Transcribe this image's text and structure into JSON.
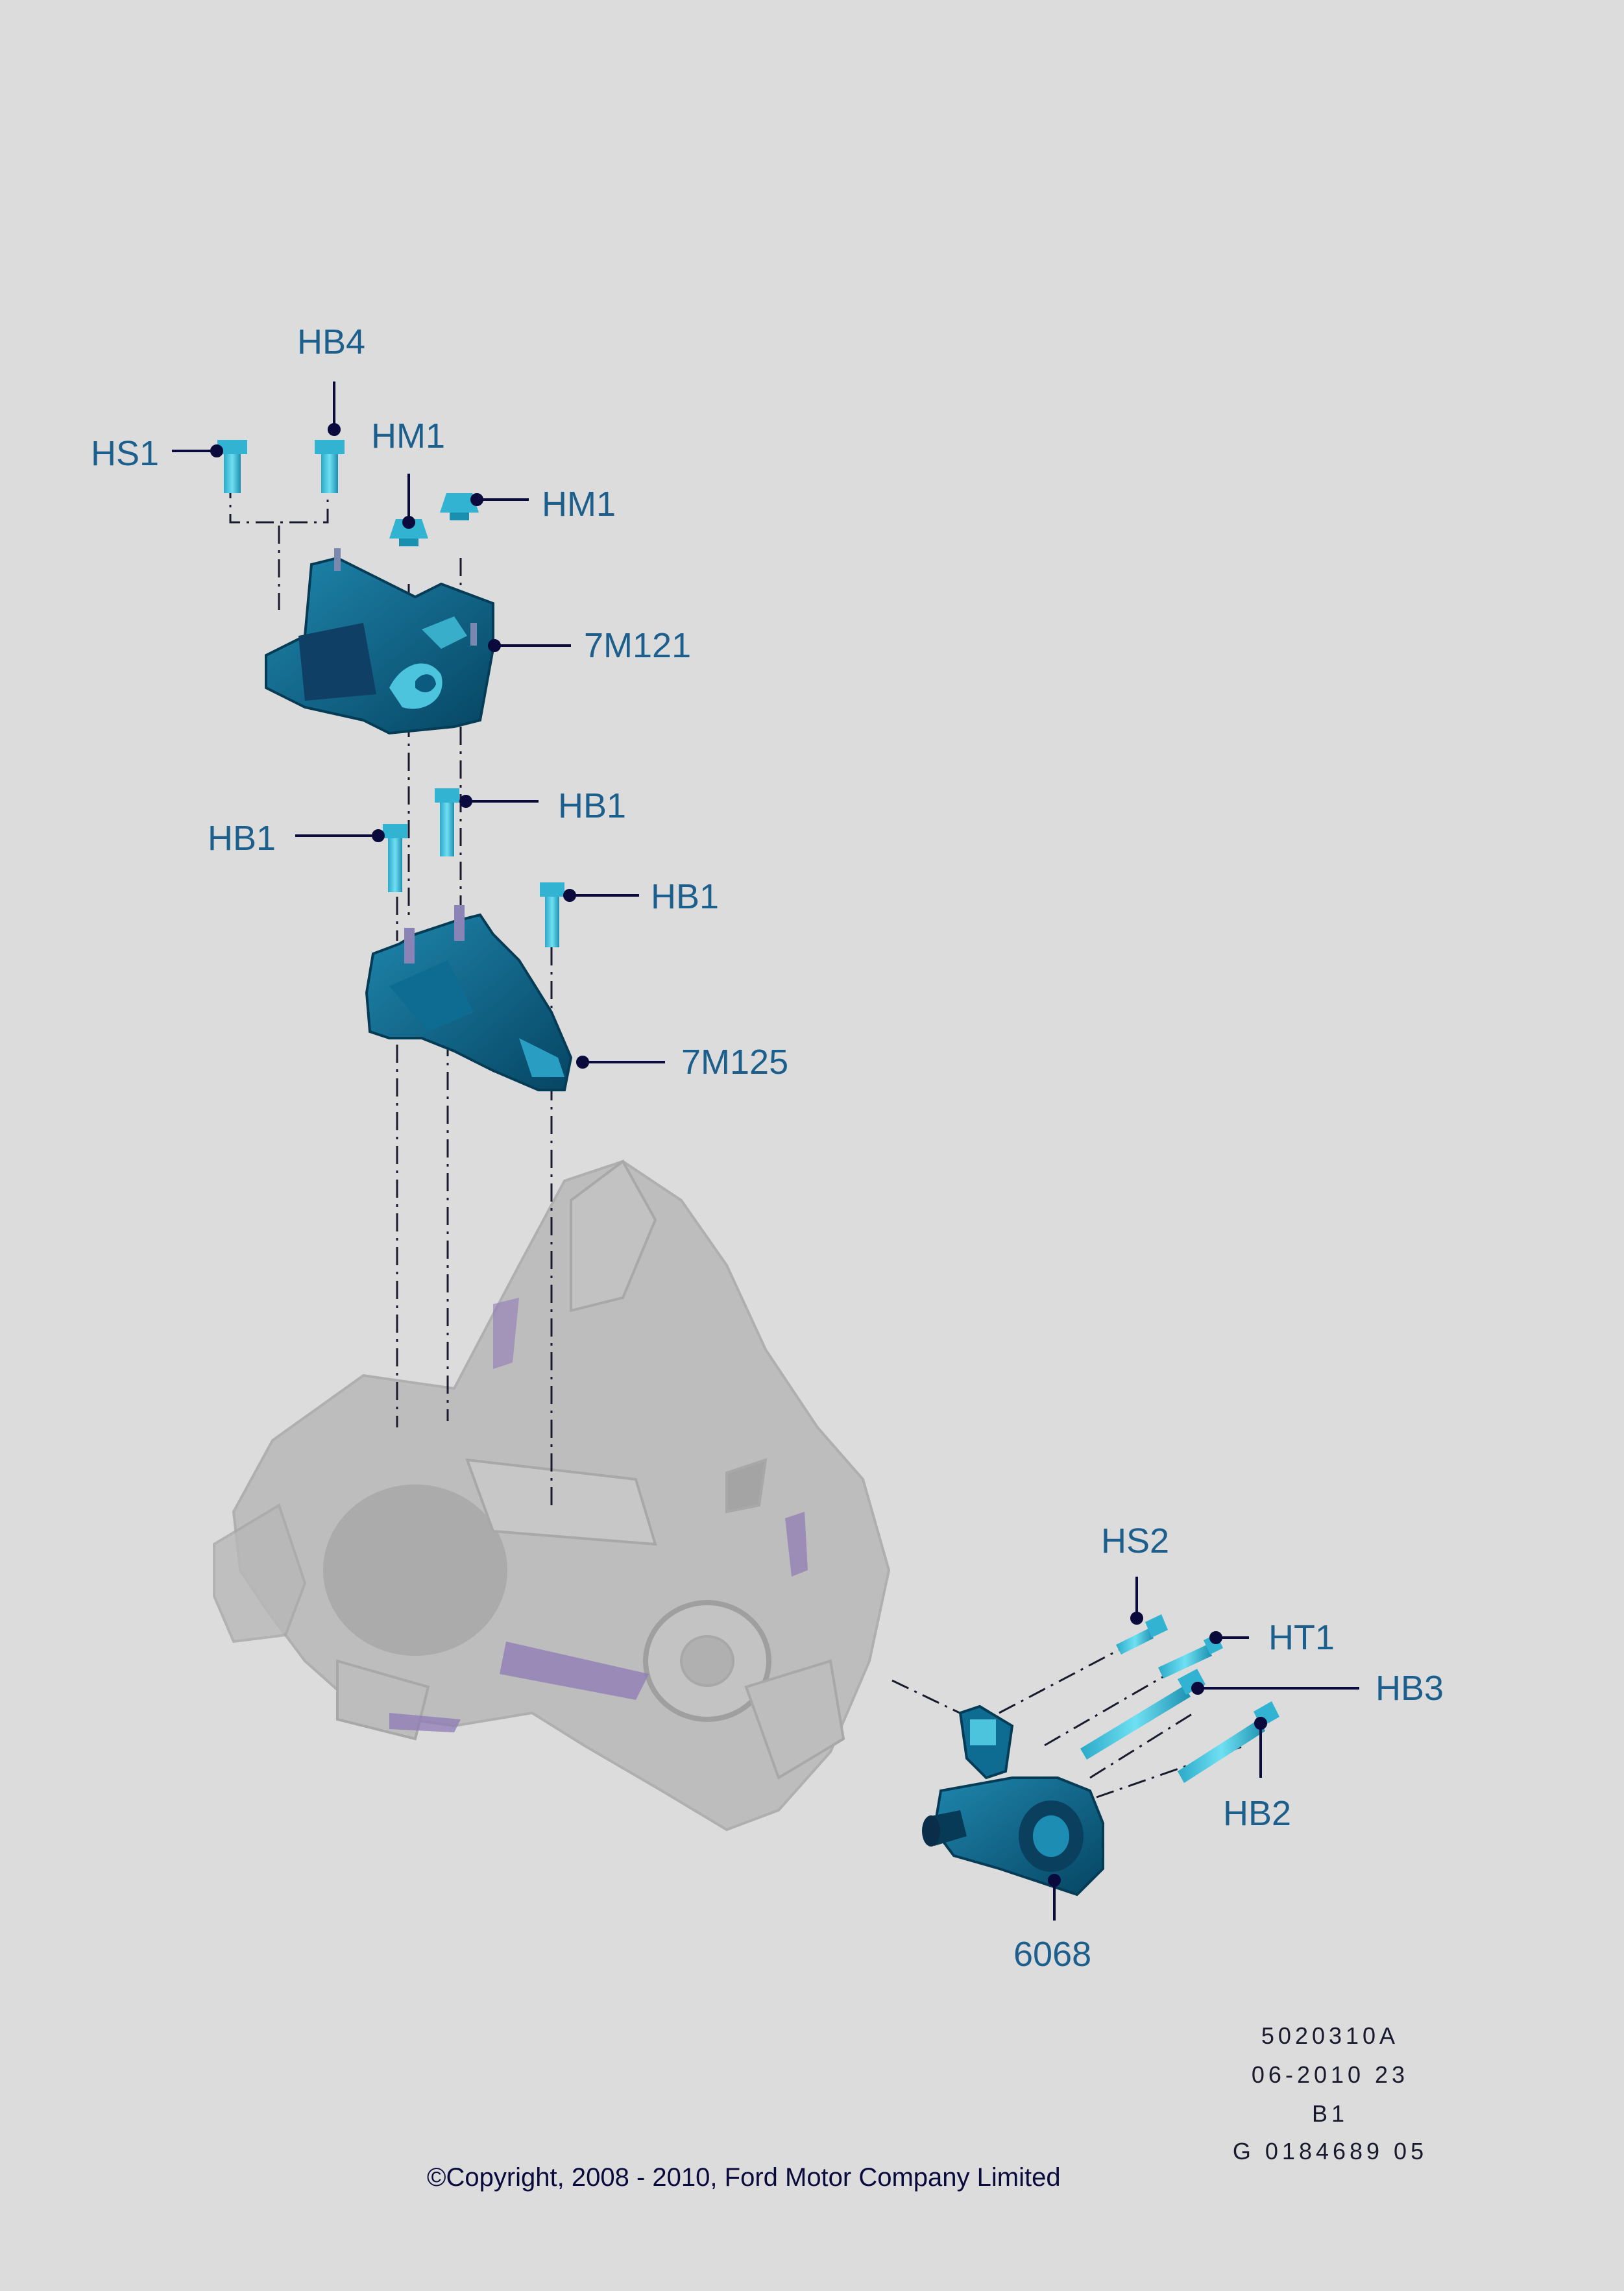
{
  "labels": {
    "HB4": "HB4",
    "HS1": "HS1",
    "HM1_a": "HM1",
    "HM1_b": "HM1",
    "7M121": "7M121",
    "HB1_a": "HB1",
    "HB1_b": "HB1",
    "HB1_c": "HB1",
    "7M125": "7M125",
    "HS2": "HS2",
    "HT1": "HT1",
    "HB3": "HB3",
    "HB2": "HB2",
    "6068": "6068"
  },
  "reference": {
    "line1": "5020310A",
    "line2": "06-2010 23",
    "line3": "B1",
    "line4": "G 0184689 05"
  },
  "copyright": "©Copyright, 2008 - 2010, Ford Motor Company Limited",
  "colors": {
    "background": "#dcdcdc",
    "label": "#1d5f8c",
    "leader": "#0a0a3c",
    "part_dark": "#0b5a7f",
    "part_light": "#4cc4de",
    "ghost": "#b5b5b5",
    "ghost_accent": "#8c6fb5"
  }
}
